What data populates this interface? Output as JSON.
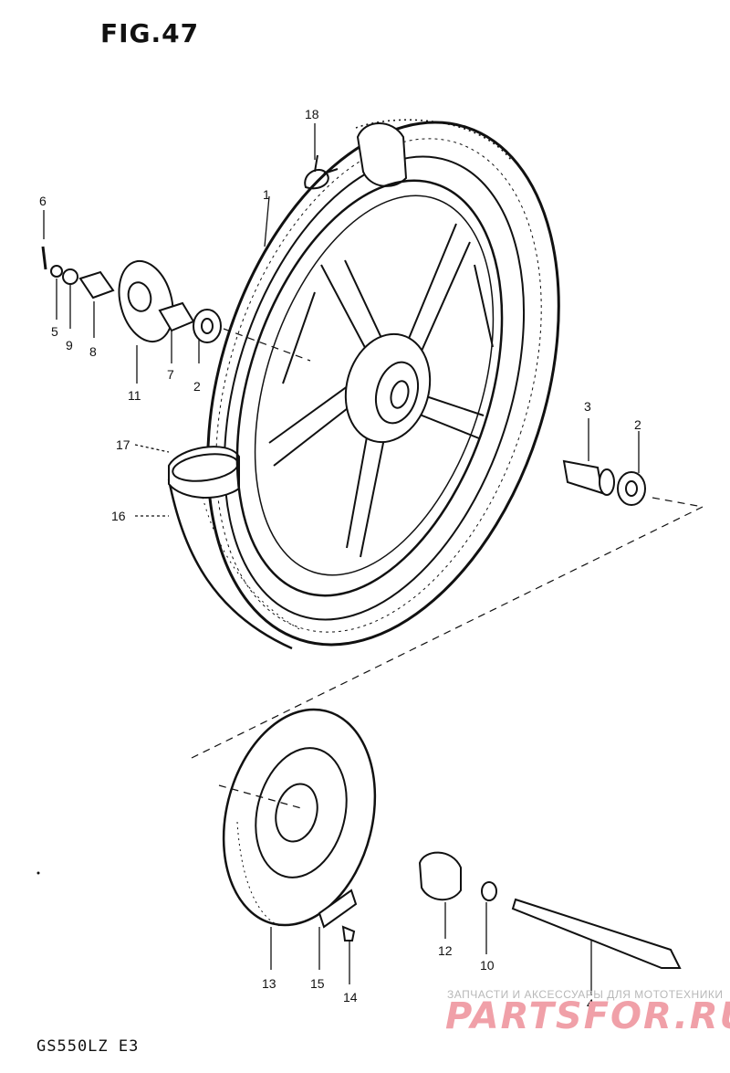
{
  "figure": {
    "title": "FIG.47",
    "model": "GS550LZ  E3"
  },
  "watermark": {
    "tagline": "ЗАПЧАСТИ И АКСЕССУАРЫ ДЛЯ МОТОТЕХНИКИ",
    "logo": "PARTSFOR.RU"
  },
  "parts": {
    "p1": "1",
    "p2a": "2",
    "p2b": "2",
    "p3": "3",
    "p4": "4",
    "p5": "5",
    "p6": "6",
    "p7": "7",
    "p8": "8",
    "p9": "9",
    "p10": "10",
    "p11": "11",
    "p12": "12",
    "p13": "13",
    "p14": "14",
    "p15": "15",
    "p16": "16",
    "p17": "17",
    "p18": "18"
  }
}
